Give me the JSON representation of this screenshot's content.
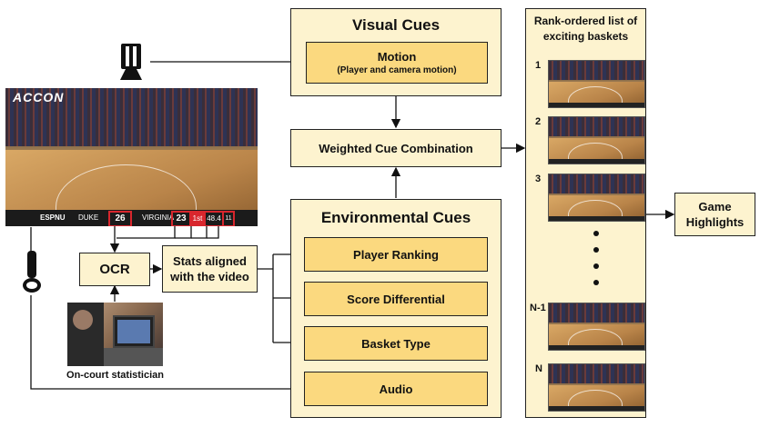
{
  "visual_cues": {
    "title": "Visual Cues",
    "motion_title": "Motion",
    "motion_sub": "(Player and camera motion)"
  },
  "combination": {
    "label": "Weighted Cue Combination"
  },
  "environmental_cues": {
    "title": "Environmental Cues",
    "items": [
      "Player Ranking",
      "Score Differential",
      "Basket Type",
      "Audio"
    ]
  },
  "ocr": {
    "label": "OCR"
  },
  "stats": {
    "label": "Stats aligned with the video"
  },
  "statistician": {
    "caption": "On-court statistician"
  },
  "broadcast": {
    "network_logo": "ACCON",
    "espn": "ESPNU",
    "team_left": "DUKE",
    "score_left": "26",
    "team_right": "VIRGINIA",
    "score_right": "23",
    "period": "1st",
    "clock": "48.4",
    "shot_clock": "11"
  },
  "ranked_list": {
    "title": "Rank-ordered list of exciting baskets",
    "ranks": [
      "1",
      "2",
      "3",
      "N-1",
      "N"
    ]
  },
  "output": {
    "label": "Game Highlights"
  },
  "icons": {
    "camera": "video-camera-icon",
    "microphone": "microphone-icon"
  },
  "colors": {
    "cream": "#fdf3cf",
    "gold": "#fbd97f",
    "score_red": "#d8262d"
  }
}
